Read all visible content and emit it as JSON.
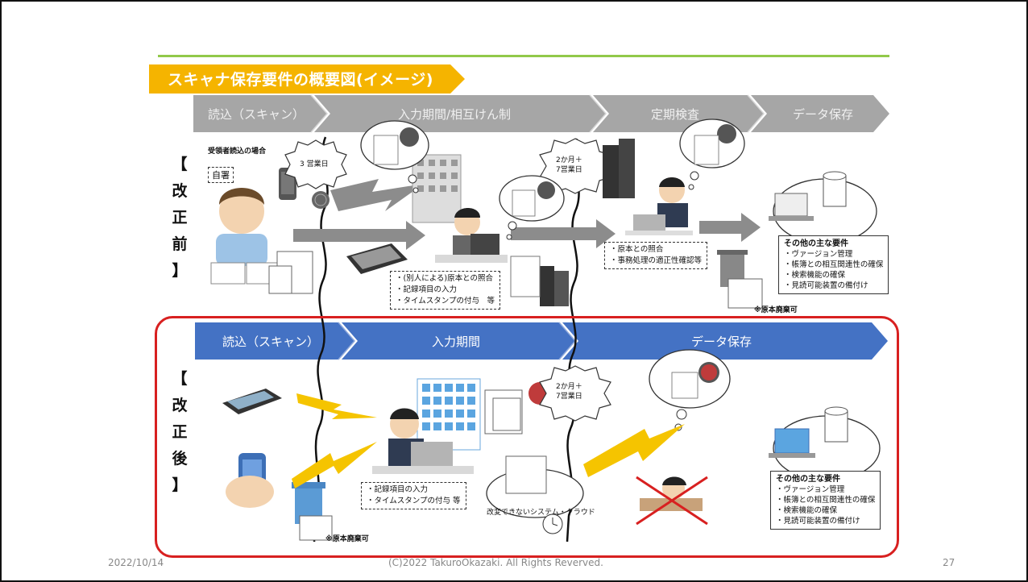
{
  "slide": {
    "title": "スキャナ保存要件の概要図(イメージ)",
    "footer_date": "2022/10/14",
    "footer_copyright": "(C)2022 TakuroOkazaki. All Rights Reverved.",
    "page_number": "27"
  },
  "before": {
    "side_label": [
      "【",
      "改",
      "正",
      "前",
      "】"
    ],
    "stages": [
      "読込（スキャン）",
      "入力期間/相互けん制",
      "定期検査",
      "データ保存"
    ],
    "receiver_note": "受領者読込の場合",
    "self_sign": "自署",
    "deadline_1": "3 営業日",
    "deadline_2": [
      "2か月＋",
      "7営業日"
    ],
    "input_notes": [
      "・(別人による)原本との照合",
      "・記録項目の入力",
      "・タイムスタンプの付与　等"
    ],
    "inspection_notes": [
      "・原本との照合",
      "・事務処理の適正性確認等"
    ],
    "discard_note": "※原本廃棄可",
    "requirements_title": "その他の主な要件",
    "requirements": [
      "・ヴァージョン管理",
      "・帳簿との相互関連性の確保",
      "・検索機能の確保",
      "・見読可能装置の備付け"
    ]
  },
  "after": {
    "side_label": [
      "【",
      "改",
      "正",
      "後",
      "】"
    ],
    "stages": [
      "読込（スキャン）",
      "入力期間",
      "データ保存"
    ],
    "deadline": [
      "2か月＋",
      "7営業日"
    ],
    "input_notes": [
      "・記録項目の入力",
      "・タイムスタンプの付与 等"
    ],
    "cloud_note": "改変できないシステム・クラウド",
    "discard_note": "※原本廃棄可",
    "requirements_title": "その他の主な要件",
    "requirements": [
      "・ヴァージョン管理",
      "・帳簿との相互関連性の確保",
      "・検索機能の確保",
      "・見読可能装置の備付け"
    ]
  },
  "colors": {
    "title_banner": "#f5b400",
    "title_rule": "#92c94a",
    "before_stage": "#a6a6a6",
    "after_stage": "#4472c4",
    "after_frame": "#d82020",
    "flow_arrow": "#8c8c8c",
    "lightning": "#f5c400"
  }
}
